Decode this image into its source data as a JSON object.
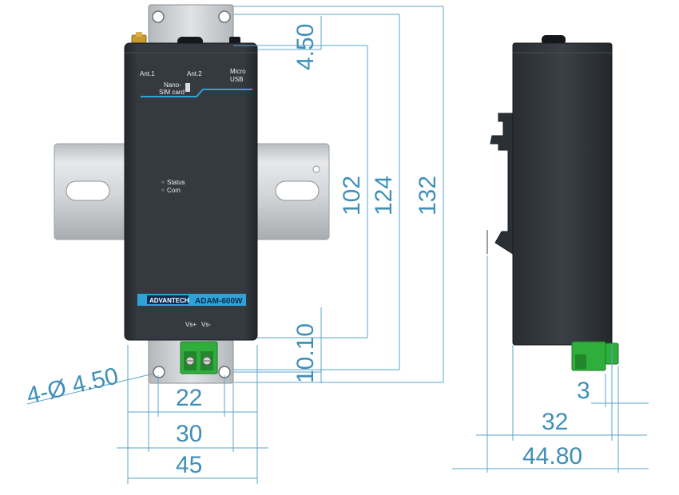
{
  "device": {
    "brand": "ADVANTECH",
    "model": "ADAM-600W",
    "ant1": "Ant.1",
    "ant2": "Ant.2",
    "micro_usb_line1": "Micro",
    "micro_usb_line2": "USB",
    "sim_line1": "Nano-",
    "sim_line2": "SIM card",
    "status": "Status",
    "com": "Com",
    "vs_plus": "Vs+",
    "vs_minus": "Vs-"
  },
  "dimensions": {
    "d4_50": "4.50",
    "d102": "102",
    "d124": "124",
    "d132": "132",
    "d10_10": "10.10",
    "hole_callout": "4-Ø 4.50",
    "d22": "22",
    "d30": "30",
    "d45": "45",
    "d3": "3",
    "d32": "32",
    "d44_80": "44.80"
  },
  "colors": {
    "dimension": "#3f8fb8",
    "body": "#2e3338",
    "bracket": "#c9cdd0",
    "rail": "#cfd3d6",
    "accent": "#2fa3d8",
    "terminal": "#2fae3c"
  }
}
